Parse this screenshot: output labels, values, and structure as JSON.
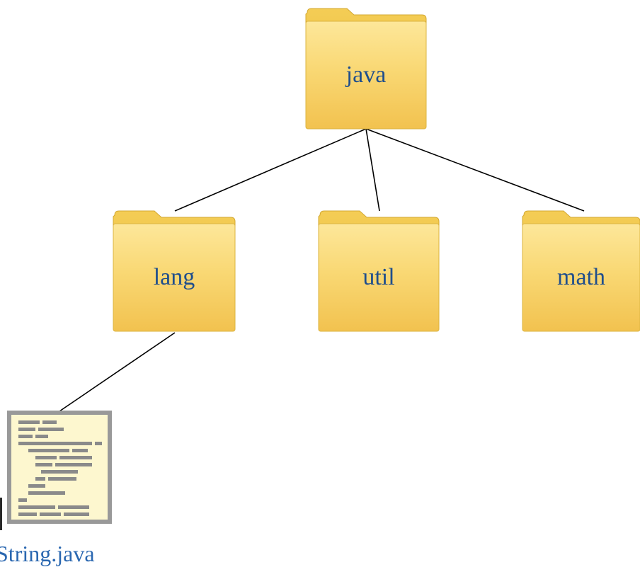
{
  "diagram": {
    "nodes": {
      "java": {
        "label": "java",
        "icon": "folder-icon"
      },
      "lang": {
        "label": "lang",
        "icon": "folder-icon"
      },
      "util": {
        "label": "util",
        "icon": "folder-icon"
      },
      "math": {
        "label": "math",
        "icon": "folder-icon"
      },
      "string_java": {
        "label": "String.java",
        "icon": "source-file-icon"
      }
    },
    "edges": [
      [
        "java",
        "lang"
      ],
      [
        "java",
        "util"
      ],
      [
        "java",
        "math"
      ],
      [
        "lang",
        "string_java"
      ]
    ],
    "colors": {
      "folder_fill": "#f7d46a",
      "folder_stroke": "#d9b13d",
      "label_text": "#1f4e8c",
      "file_paper": "#fdf7cf",
      "file_border": "#999999",
      "file_lines": "#8a8a8a",
      "connector": "#000000"
    }
  }
}
